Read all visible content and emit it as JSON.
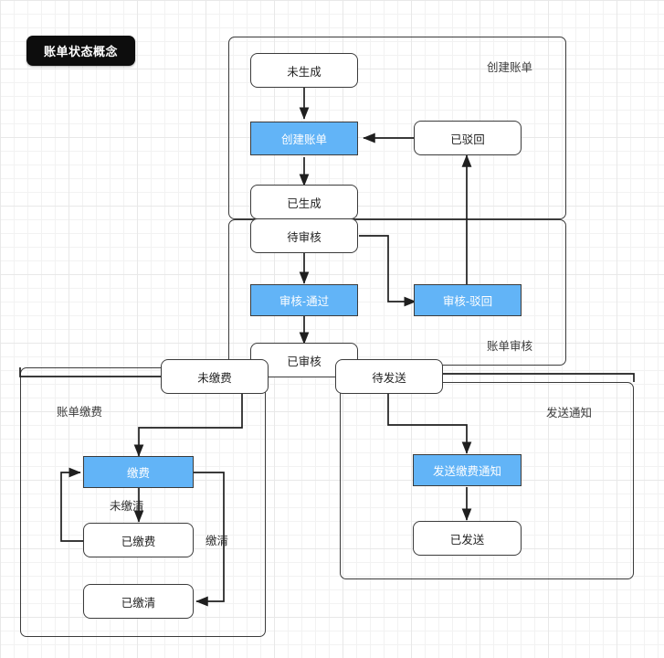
{
  "diagram": {
    "title": "账单状态概念",
    "groups": [
      {
        "id": "g-create",
        "label": "创建账单"
      },
      {
        "id": "g-review",
        "label": "账单审核"
      },
      {
        "id": "g-payment",
        "label": "账单缴费"
      },
      {
        "id": "g-notify",
        "label": "发送通知"
      }
    ],
    "nodes": {
      "not_generated": "未生成",
      "create_bill": "创建账单",
      "rejected": "已驳回",
      "generated": "已生成",
      "pending_review": "待审核",
      "review_pass": "审核-通过",
      "review_reject": "审核-驳回",
      "reviewed": "已审核",
      "unpaid": "未缴费",
      "pending_send": "待发送",
      "pay": "缴费",
      "paid": "已缴费",
      "settled": "已缴清",
      "send_notice": "发送缴费通知",
      "sent": "已发送"
    },
    "edge_labels": {
      "not_settled": "未缴清",
      "settled": "缴清"
    },
    "colors": {
      "action_fill": "#62b4f7",
      "state_fill": "#ffffff",
      "stroke": "#3b3b3b",
      "badge_bg": "#0d0d0d",
      "grid_minor": "#f2f2f2",
      "grid_major": "#e8e8e8"
    }
  }
}
